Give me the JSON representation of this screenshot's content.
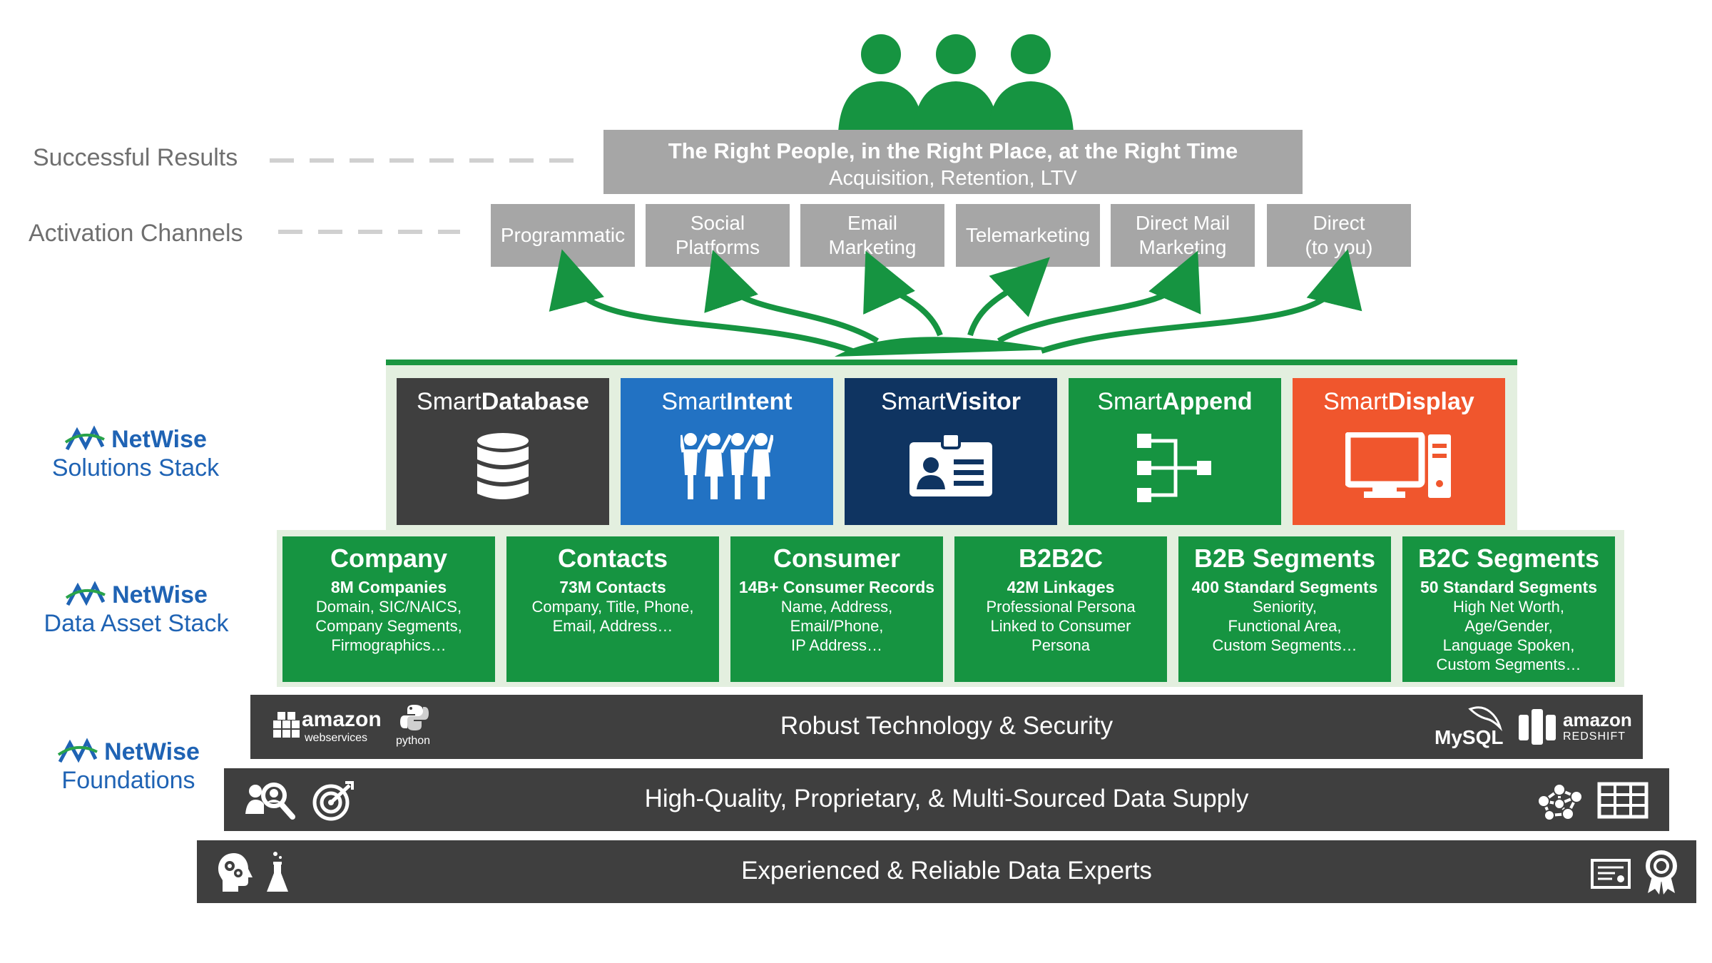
{
  "results": {
    "side_label": "Successful Results",
    "line1": "The Right People, in the Right Place, at the Right Time",
    "line2": "Acquisition, Retention, LTV"
  },
  "channels": {
    "side_label": "Activation Channels",
    "items": [
      {
        "line1": "Programmatic",
        "line2": ""
      },
      {
        "line1": "Social",
        "line2": "Platforms"
      },
      {
        "line1": "Email",
        "line2": "Marketing"
      },
      {
        "line1": "Telemarketing",
        "line2": ""
      },
      {
        "line1": "Direct Mail",
        "line2": "Marketing"
      },
      {
        "line1": "Direct",
        "line2": "(to you)"
      }
    ]
  },
  "sections": {
    "brand": "NetWise",
    "solutions_stack": "Solutions Stack",
    "data_asset_stack": "Data Asset Stack",
    "foundations": "Foundations"
  },
  "solutions": [
    {
      "prefix": "Smart",
      "name": "Database",
      "color": "#3f3f3f",
      "icon": "database-icon"
    },
    {
      "prefix": "Smart",
      "name": "Intent",
      "color": "#2272c3",
      "icon": "people-group-icon"
    },
    {
      "prefix": "Smart",
      "name": "Visitor",
      "color": "#0f3461",
      "icon": "id-badge-icon"
    },
    {
      "prefix": "Smart",
      "name": "Append",
      "color": "#169441",
      "icon": "append-icon"
    },
    {
      "prefix": "Smart",
      "name": "Display",
      "color": "#f0562d",
      "icon": "desktop-computer-icon"
    }
  ],
  "assets": [
    {
      "title": "Company",
      "subtitle": "8M Companies",
      "lines": [
        "Domain, SIC/NAICS,",
        "Company Segments,",
        "Firmographics…"
      ]
    },
    {
      "title": "Contacts",
      "subtitle": "73M Contacts",
      "lines": [
        "Company, Title, Phone,",
        "Email, Address…"
      ]
    },
    {
      "title": "Consumer",
      "subtitle": "14B+ Consumer Records",
      "lines": [
        "Name, Address,",
        "Email/Phone,",
        "IP Address…"
      ]
    },
    {
      "title": "B2B2C",
      "subtitle": "42M Linkages",
      "lines": [
        "Professional Persona",
        "Linked to Consumer",
        "Persona"
      ]
    },
    {
      "title": "B2B Segments",
      "subtitle": "400 Standard Segments",
      "lines": [
        "Seniority,",
        "Functional Area,",
        "Custom Segments…"
      ]
    },
    {
      "title": "B2C Segments",
      "subtitle": "50 Standard Segments",
      "lines": [
        "High Net Worth,",
        "Age/Gender,",
        "Language Spoken,",
        "Custom Segments…"
      ]
    }
  ],
  "foundations": [
    {
      "label": "Robust Technology & Security"
    },
    {
      "label": "High-Quality, Proprietary, & Multi-Sourced Data Supply"
    },
    {
      "label": "Experienced & Reliable Data Experts"
    }
  ],
  "logos": {
    "aws_main": "amazon",
    "aws_sub": "webservices",
    "python": "python",
    "mysql": "MySQL",
    "redshift_main": "amazon",
    "redshift_sub": "REDSHIFT"
  },
  "colors": {
    "green": "#169441",
    "gray_box": "#a6a6a6",
    "dark_bar": "#3f3f3f",
    "label_blue": "#1f63b4"
  }
}
